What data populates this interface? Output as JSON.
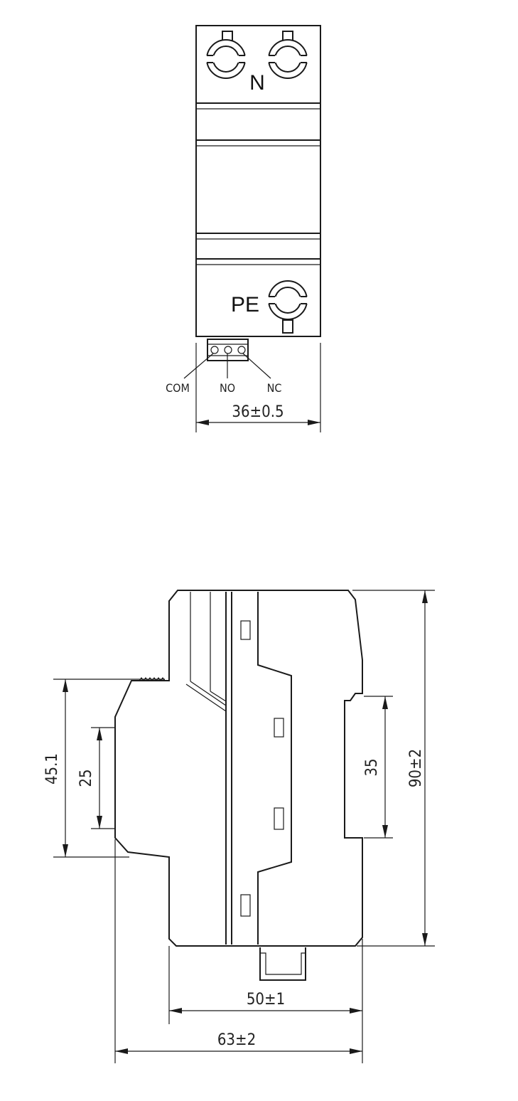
{
  "front_view": {
    "terminal_labels": {
      "top": "N",
      "bottom": "PE"
    },
    "contact_labels": {
      "com": "COM",
      "no": "NO",
      "nc": "NC"
    },
    "width_dimension": "36±0.5"
  },
  "side_view": {
    "dimensions": {
      "left_outer": "45.1",
      "left_inner": "25",
      "rail": "35",
      "height": "90±2",
      "depth_body": "50±1",
      "depth_total": "63±2"
    }
  }
}
